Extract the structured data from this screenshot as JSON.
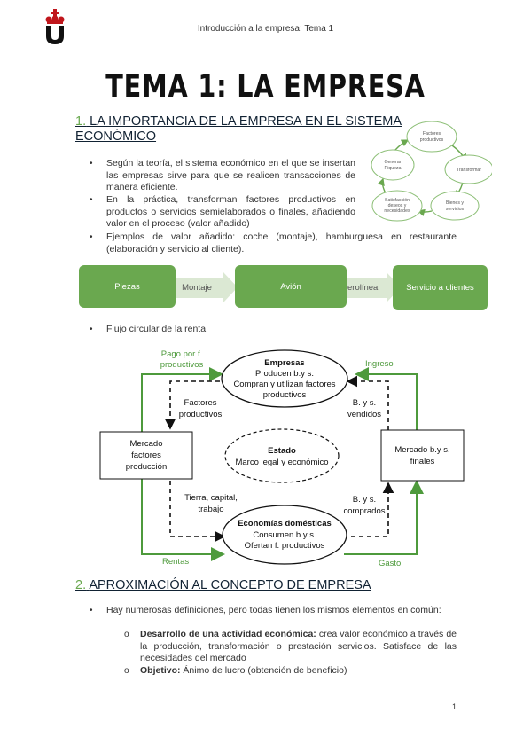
{
  "header": {
    "text": "Introducción a la empresa: Tema 1"
  },
  "title": "TEMA 1: LA EMPRESA",
  "section1": {
    "number": "1.",
    "title": "LA IMPORTANCIA DE LA EMPRESA EN EL SISTEMA ECONÓMICO",
    "bullets": [
      "Según la teoría, el sistema económico en el que se insertan las empresas sirve para que se realicen transacciones de manera eficiente.",
      "En la práctica, transforman factores productivos en productos o servicios semielaborados o finales, añadiendo valor en el proceso (valor añadido)",
      "Ejemplos de valor añadido: coche (montaje), hamburguesa en restaurante (elaboración y servicio al cliente)."
    ],
    "cycle": [
      "Factores productivos",
      "Transformar",
      "Bienes y servicios",
      "Satisfacción deseos y necesidades",
      "Generar Riqueza"
    ],
    "flow": {
      "boxes": [
        "Piezas",
        "Avión",
        "Servicio a clientes"
      ],
      "arrows": [
        "Montaje",
        "Aerolínea"
      ]
    },
    "bullet_circular": "Flujo circular de la renta",
    "circular": {
      "empresas_title": "Empresas",
      "empresas_lines": [
        "Producen b.y s.",
        "Compran y utilizan factores",
        "productivos"
      ],
      "estado_title": "Estado",
      "estado_line": "Marco legal y económico",
      "economias_title": "Economías domésticas",
      "economias_lines": [
        "Consumen b.y s.",
        "Ofertan f. productivos"
      ],
      "mercado_factores": [
        "Mercado",
        "factores",
        "producción"
      ],
      "mercado_bys": [
        "Mercado b.y s.",
        "finales"
      ],
      "label_pago": [
        "Pago por f.",
        "productivos"
      ],
      "label_ingreso": "Ingreso",
      "label_factores": [
        "Factores",
        "productivos"
      ],
      "label_bys_vendidos": [
        "B. y s.",
        "vendidos"
      ],
      "label_tierra": [
        "Tierra, capital,",
        "trabajo"
      ],
      "label_bys_comprados": [
        "B. y s.",
        "comprados"
      ],
      "label_rentas": "Rentas",
      "label_gasto": "Gasto"
    }
  },
  "section2": {
    "number": "2.",
    "title": "APROXIMACIÓN AL CONCEPTO DE EMPRESA",
    "bullet": "Hay numerosas definiciones, pero todas tienen los mismos elementos en común:",
    "subs": [
      {
        "bold": "Desarrollo de una actividad económica:",
        "text": " crea valor económico a través de la producción, transformación o prestación servicios. Satisface de las necesidades del mercado"
      },
      {
        "bold": "Objetivo:",
        "text": " Ánimo de lucro (obtención de beneficio)"
      }
    ]
  },
  "page_number": "1",
  "colors": {
    "accent": "#6aa84f",
    "logo_red": "#c0161c",
    "logo_dark": "#111111"
  }
}
